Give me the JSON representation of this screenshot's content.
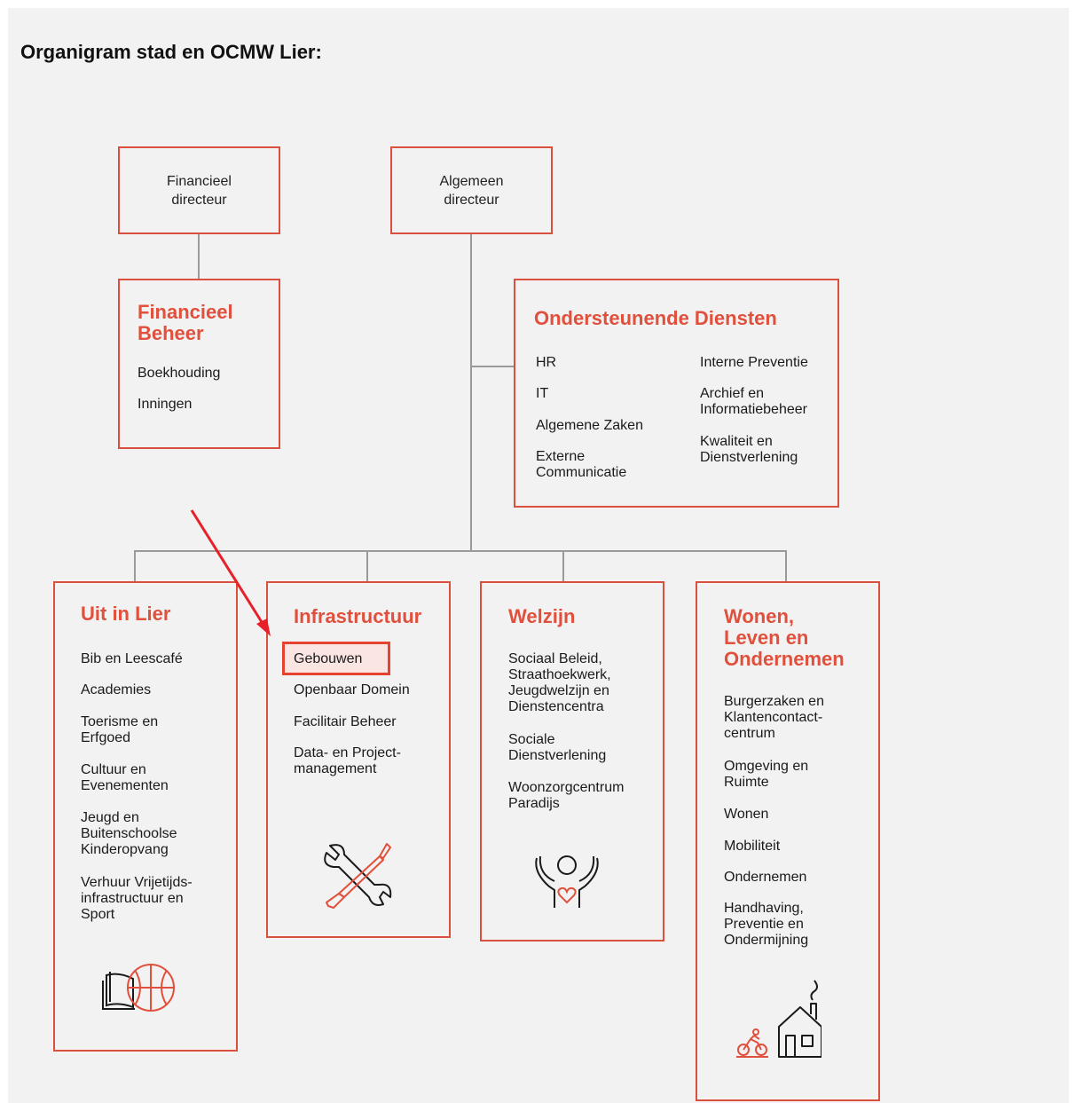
{
  "title": "Organigram stad en OCMW Lier:",
  "colors": {
    "accent": "#e0503c",
    "connector": "#9a9a9a",
    "background": "#f2f2f2",
    "highlight_border": "#e5432f",
    "arrow": "#e8202a"
  },
  "directors": {
    "financieel": {
      "line1": "Financieel",
      "line2": "directeur"
    },
    "algemeen": {
      "line1": "Algemeen",
      "line2": "directeur"
    }
  },
  "financieel_beheer": {
    "title_line1": "Financieel",
    "title_line2": "Beheer",
    "items": [
      "Boekhouding",
      "Inningen"
    ]
  },
  "ondersteunende": {
    "title": "Ondersteunende Diensten",
    "col1": [
      {
        "line1": "HR"
      },
      {
        "line1": "IT"
      },
      {
        "line1": "Algemene Zaken"
      },
      {
        "line1": "Externe",
        "line2": "Communicatie"
      }
    ],
    "col2": [
      {
        "line1": "Interne Preventie"
      },
      {
        "line1": "Archief en",
        "line2": "Informatiebeheer"
      },
      {
        "line1": "Kwaliteit en",
        "line2": "Dienstverlening"
      }
    ]
  },
  "uit_in_lier": {
    "title": "Uit in Lier",
    "items": [
      {
        "line1": "Bib en Leescafé"
      },
      {
        "line1": "Academies"
      },
      {
        "line1": "Toerisme en",
        "line2": "Erfgoed"
      },
      {
        "line1": "Cultuur en",
        "line2": "Evenementen"
      },
      {
        "line1": "Jeugd en",
        "line2": "Buitenschoolse",
        "line3": "Kinderopvang"
      },
      {
        "line1": "Verhuur Vrijetijds-",
        "line2": "infrastructuur en",
        "line3": "Sport"
      }
    ],
    "icon": "book-and-basketball-icon"
  },
  "infrastructuur": {
    "title": "Infrastructuur",
    "items": [
      {
        "line1": "Gebouwen",
        "highlighted": true
      },
      {
        "line1": "Openbaar Domein"
      },
      {
        "line1": "Facilitair Beheer"
      },
      {
        "line1": "Data- en Project-",
        "line2": "management"
      }
    ],
    "icon": "wrench-and-screwdriver-icon"
  },
  "welzijn": {
    "title": "Welzijn",
    "items": [
      {
        "line1": "Sociaal Beleid,",
        "line2": "Straathoekwerk,",
        "line3": "Jeugdwelzijn en",
        "line4": "Dienstencentra"
      },
      {
        "line1": "Sociale",
        "line2": "Dienstverlening"
      },
      {
        "line1": "Woonzorgcentrum",
        "line2": "Paradijs"
      }
    ],
    "icon": "person-with-heart-icon"
  },
  "wonen": {
    "title_line1": "Wonen,",
    "title_line2": "Leven en",
    "title_line3": "Ondernemen",
    "items": [
      {
        "line1": "Burgerzaken en",
        "line2": "Klantencontact-",
        "line3": "centrum"
      },
      {
        "line1": "Omgeving en",
        "line2": "Ruimte"
      },
      {
        "line1": "Wonen"
      },
      {
        "line1": "Mobiliteit"
      },
      {
        "line1": "Ondernemen"
      },
      {
        "line1": "Handhaving,",
        "line2": "Preventie en",
        "line3": "Ondermijning"
      }
    ],
    "icon": "cyclist-and-house-icon"
  }
}
